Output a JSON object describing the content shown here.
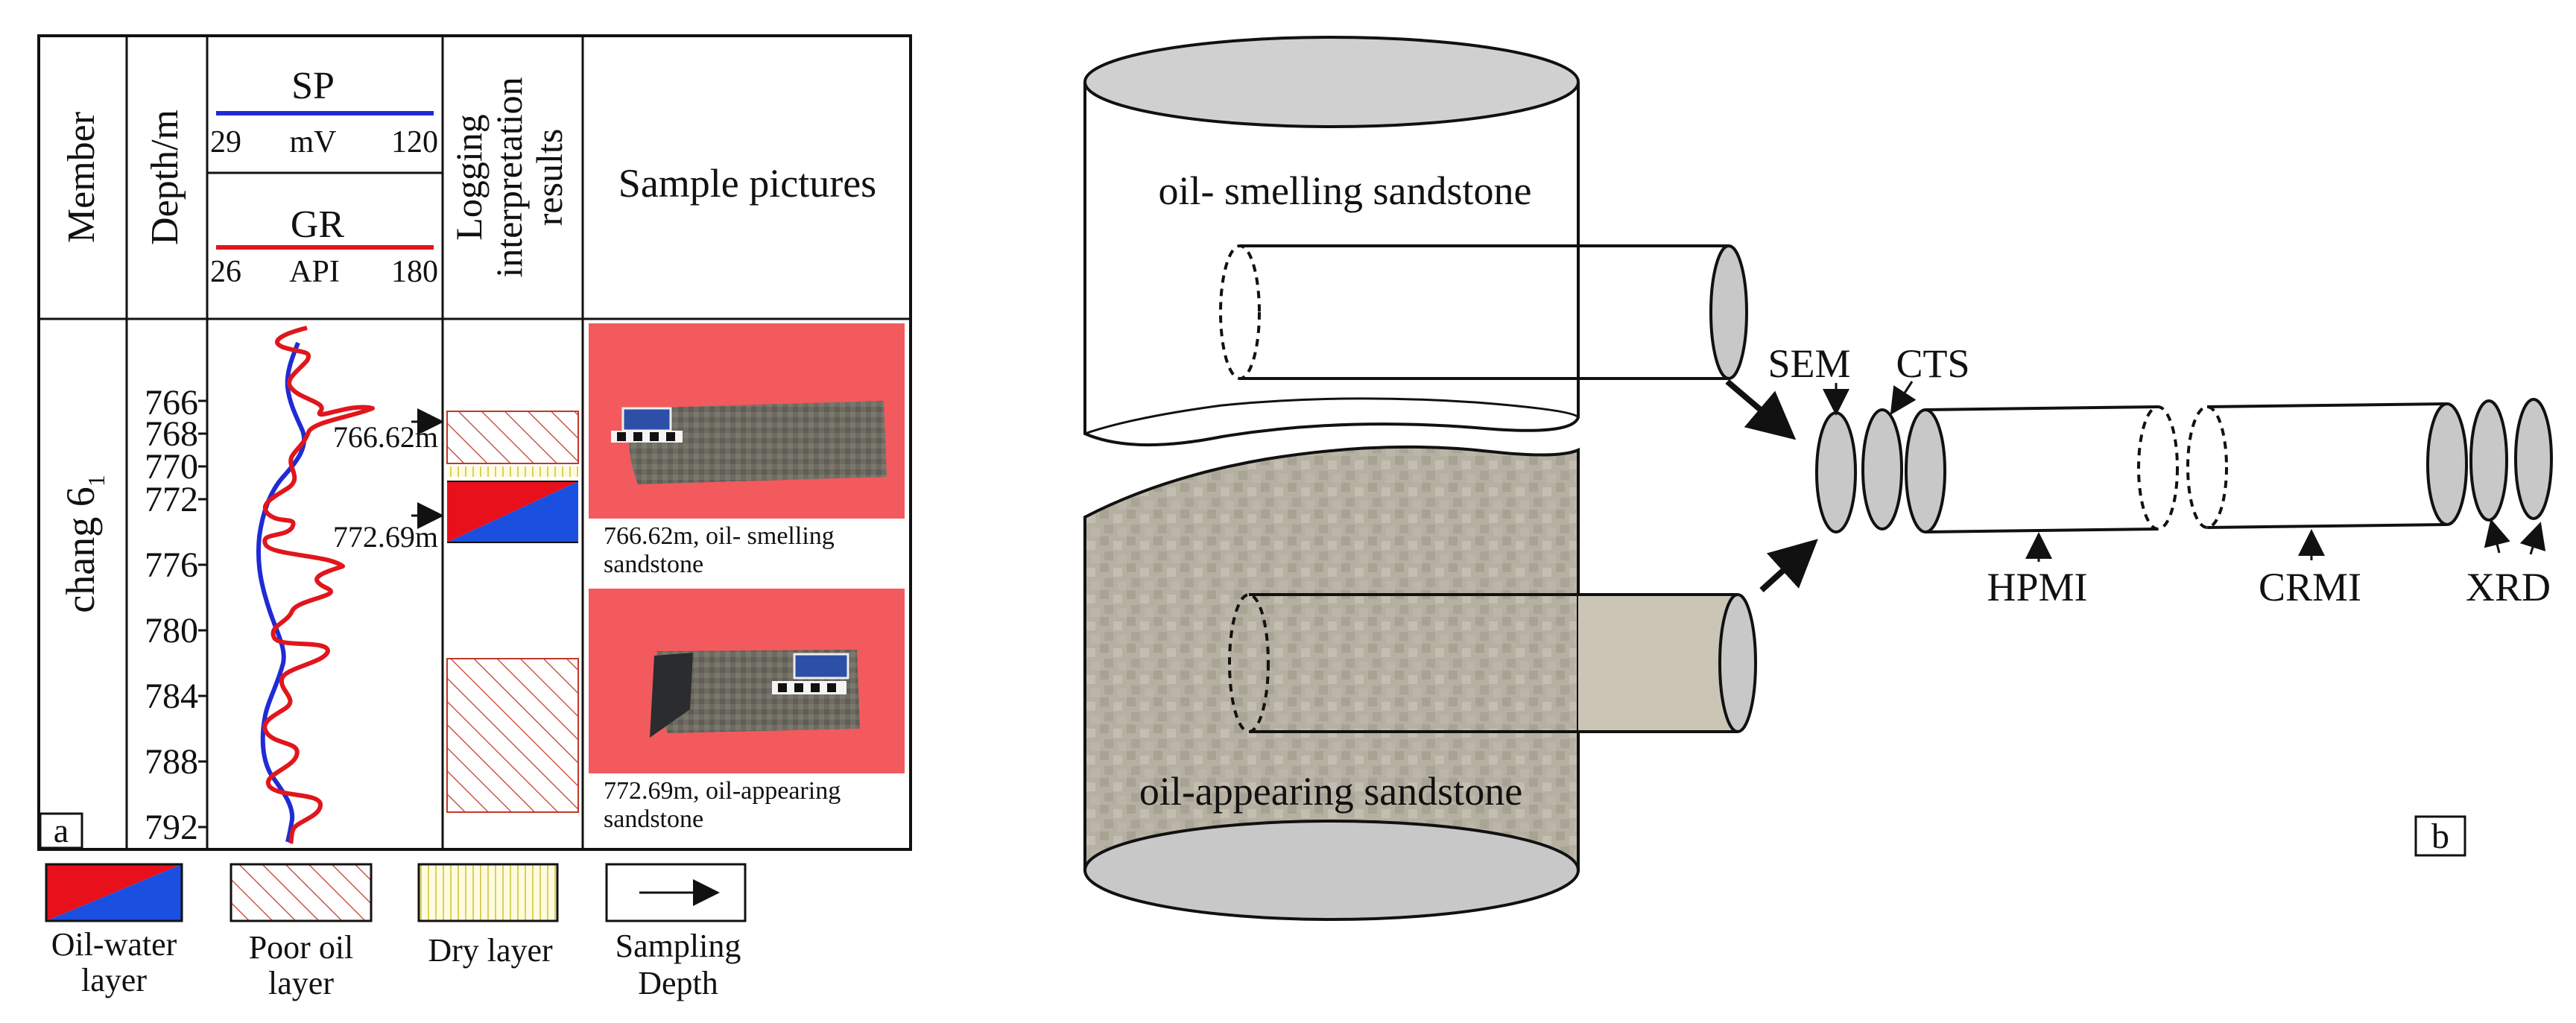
{
  "panel_a": {
    "headers": {
      "member": "Member",
      "depth": "Depth/m",
      "sp": "SP",
      "sp_min": "29",
      "sp_unit": "mV",
      "sp_max": "120",
      "gr": "GR",
      "gr_min": "26",
      "gr_unit": "API",
      "gr_max": "180",
      "logging_line1": "Logging",
      "logging_line2": "interpretation",
      "logging_line3": "results",
      "samples": "Sample pictures"
    },
    "member_name": "chang  6",
    "member_subscript": "1",
    "depth_ticks": [
      "766",
      "768",
      "770",
      "772",
      "776",
      "780",
      "784",
      "788",
      "792"
    ],
    "sampling_depths": [
      "766.62m",
      "772.69m"
    ],
    "captions": [
      {
        "line1": "766.62m,  oil- smelling",
        "line2": "sandstone"
      },
      {
        "line1": "772.69m,  oil-appearing",
        "line2": "sandstone"
      }
    ],
    "label": "a"
  },
  "legend": [
    {
      "line1": "Oil-water",
      "line2": "layer"
    },
    {
      "line1": "Poor oil",
      "line2": "layer"
    },
    {
      "line1": "Dry layer",
      "line2": ""
    },
    {
      "line1": "Sampling",
      "line2": "Depth"
    }
  ],
  "panel_b": {
    "upper_label": "oil- smelling  sandstone",
    "lower_label": "oil-appearing sandstone",
    "methods": [
      "SEM",
      "CTS",
      "HPMI",
      "CRMI",
      "XRD"
    ],
    "label": "b"
  },
  "colors": {
    "sp_curve": "#1f2bd6",
    "gr_curve": "#e0161c",
    "oil_water_red": "#e8101a",
    "oil_water_blue": "#1a4fe0",
    "poor_oil_hatch": "#c0392b",
    "dry_layer": "#e6e27a",
    "photo_bg": "#f25a5e",
    "core_gray": "#b8b2a4",
    "disc_fill": "#c8c8c8"
  }
}
